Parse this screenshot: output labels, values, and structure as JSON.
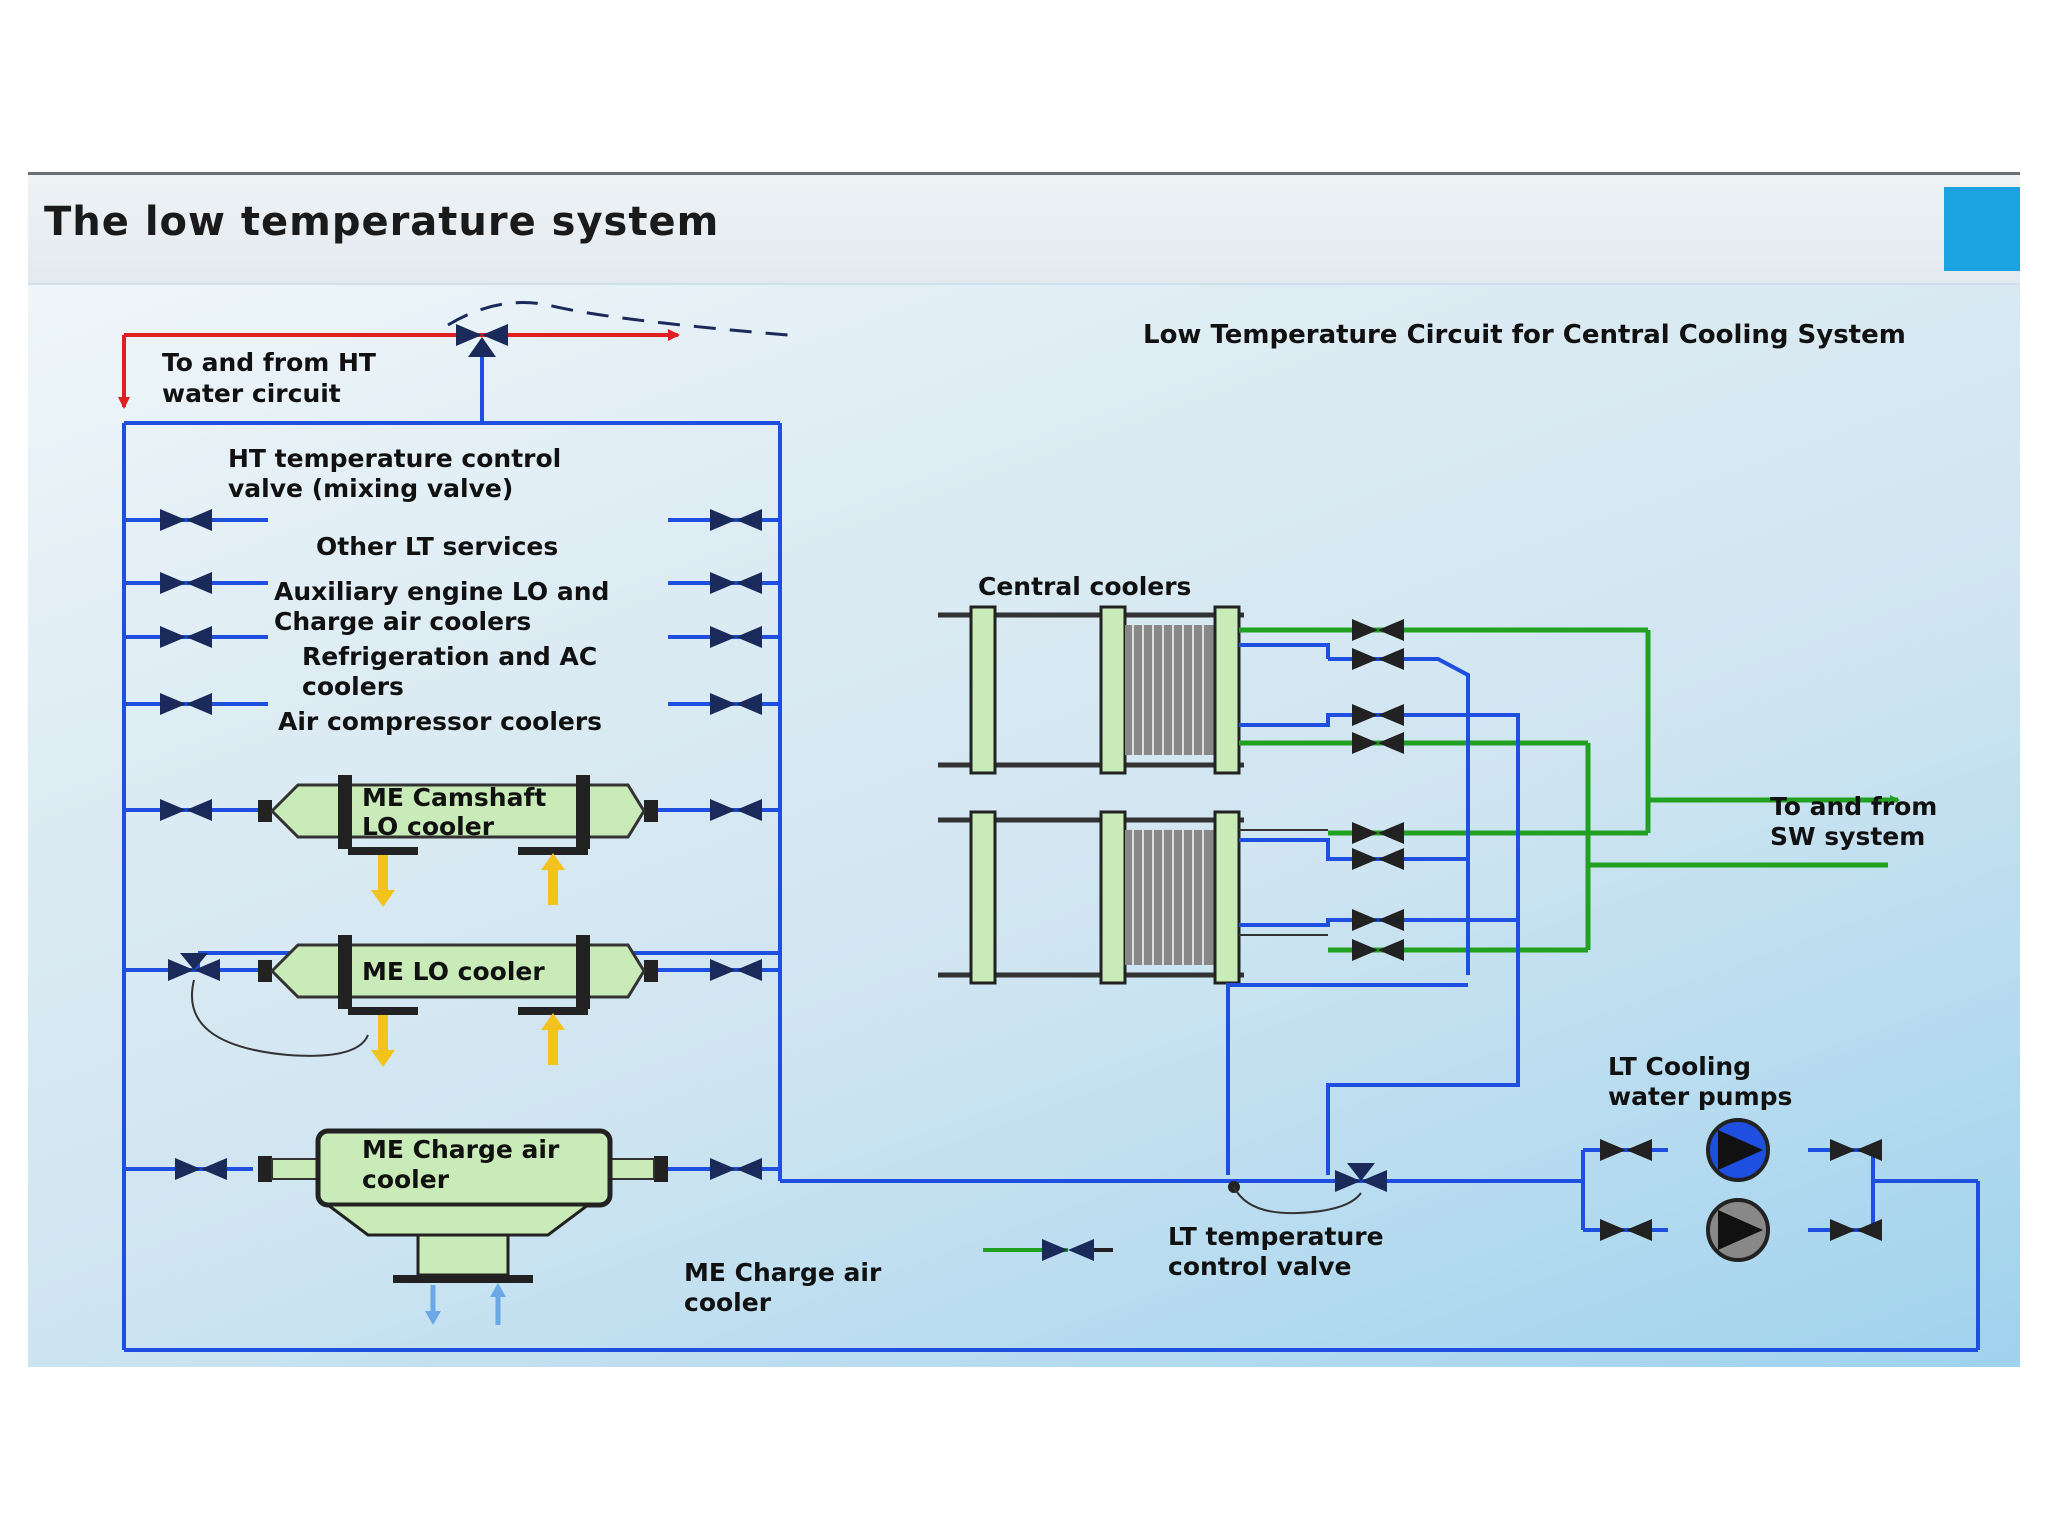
{
  "slide_title": "The low temperature system",
  "diagram_title": "Low Temperature Circuit for Central Cooling System",
  "labels": {
    "ht_circuit": [
      "To and from HT",
      "water circuit"
    ],
    "ht_valve": [
      "HT temperature control",
      "valve (mixing valve)"
    ],
    "other_lt": "Other LT services",
    "aux_engine": [
      "Auxiliary engine LO and",
      "Charge air coolers"
    ],
    "refrigeration": [
      "Refrigeration and AC",
      "coolers"
    ],
    "air_compressor": "Air compressor coolers",
    "camshaft": [
      "ME Camshaft",
      "LO cooler"
    ],
    "me_lo": "ME LO cooler",
    "charge_air_box": [
      "ME Charge air",
      "cooler"
    ],
    "charge_air_legend": [
      "ME Charge air",
      "cooler"
    ],
    "central_coolers": "Central coolers",
    "sw_system": [
      "To and from",
      "SW system"
    ],
    "lt_pumps": [
      "LT Cooling",
      "water pumps"
    ],
    "lt_valve": [
      "LT temperature",
      "control valve"
    ]
  },
  "colors": {
    "lt_line": "#1f4fe0",
    "ht_line": "#e02020",
    "sw_line": "#22a022",
    "cooler_fill": "#c8ebb8",
    "outflow_arrow": "#f2c31a",
    "charge_air_arrow": "#6aa8e6"
  }
}
